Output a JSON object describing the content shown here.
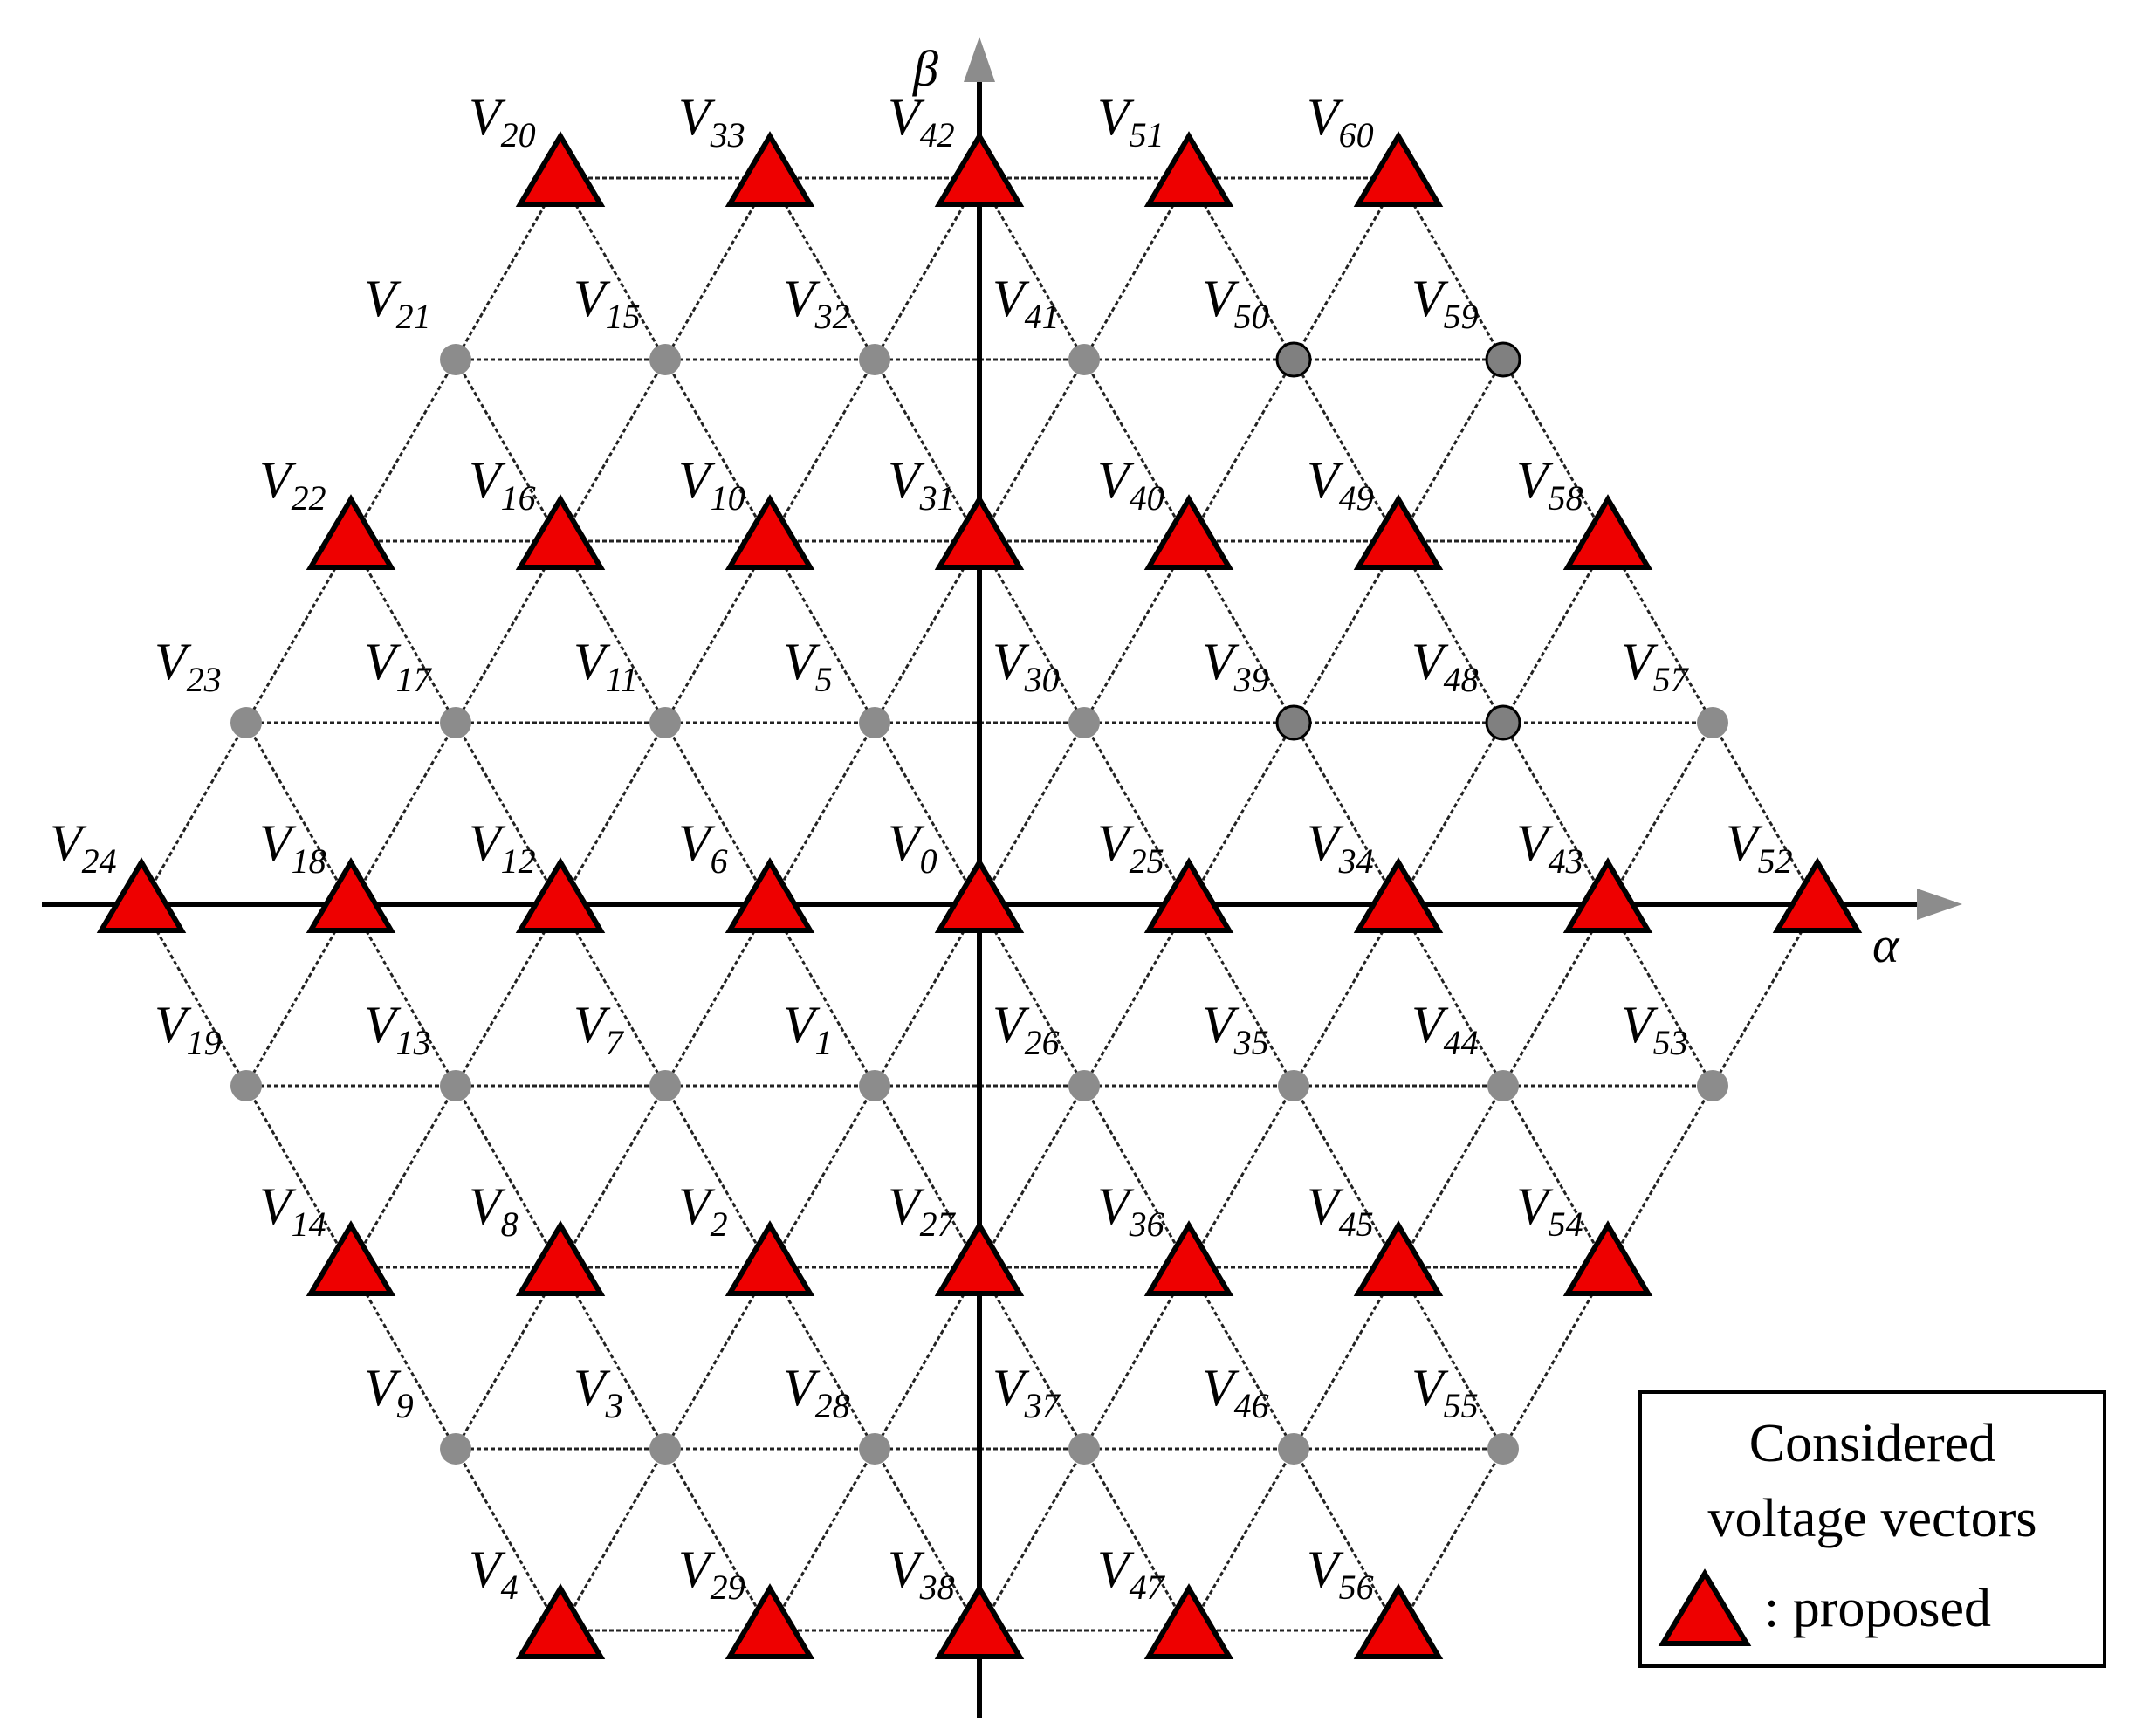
{
  "axes": {
    "alpha_label": "α",
    "beta_label": "β"
  },
  "legend": {
    "title_line1": "Considered",
    "title_line2": "voltage vectors",
    "item_label": ": proposed"
  },
  "colors": {
    "proposed_fill": "#ee0000",
    "unused_fill": "#8c8c8c",
    "highlight_fill": "#808080",
    "grid_line": "#222222",
    "axis_color": "#000000",
    "arrow_color": "#8c8c8c"
  },
  "vectors": [
    {
      "n": "0",
      "row": 0,
      "col": 0,
      "proposed": true
    },
    {
      "n": "1",
      "row": -1,
      "col": -1,
      "proposed": false
    },
    {
      "n": "2",
      "row": -2,
      "col": -2,
      "proposed": true
    },
    {
      "n": "3",
      "row": -3,
      "col": -3,
      "proposed": false
    },
    {
      "n": "4",
      "row": -4,
      "col": -4,
      "proposed": true
    },
    {
      "n": "5",
      "row": 1,
      "col": -1,
      "proposed": false
    },
    {
      "n": "6",
      "row": 0,
      "col": -2,
      "proposed": true
    },
    {
      "n": "7",
      "row": -1,
      "col": -3,
      "proposed": false
    },
    {
      "n": "8",
      "row": -2,
      "col": -4,
      "proposed": true
    },
    {
      "n": "9",
      "row": -3,
      "col": -5,
      "proposed": false
    },
    {
      "n": "10",
      "row": 2,
      "col": -2,
      "proposed": true
    },
    {
      "n": "11",
      "row": 1,
      "col": -3,
      "proposed": false
    },
    {
      "n": "12",
      "row": 0,
      "col": -4,
      "proposed": true
    },
    {
      "n": "13",
      "row": -1,
      "col": -5,
      "proposed": false
    },
    {
      "n": "14",
      "row": -2,
      "col": -6,
      "proposed": true
    },
    {
      "n": "15",
      "row": 3,
      "col": -3,
      "proposed": false
    },
    {
      "n": "16",
      "row": 2,
      "col": -4,
      "proposed": true
    },
    {
      "n": "17",
      "row": 1,
      "col": -5,
      "proposed": false
    },
    {
      "n": "18",
      "row": 0,
      "col": -6,
      "proposed": true
    },
    {
      "n": "19",
      "row": -1,
      "col": -7,
      "proposed": false
    },
    {
      "n": "20",
      "row": 4,
      "col": -4,
      "proposed": true
    },
    {
      "n": "21",
      "row": 3,
      "col": -5,
      "proposed": false
    },
    {
      "n": "22",
      "row": 2,
      "col": -6,
      "proposed": true
    },
    {
      "n": "23",
      "row": 1,
      "col": -7,
      "proposed": false
    },
    {
      "n": "24",
      "row": 0,
      "col": -8,
      "proposed": true
    },
    {
      "n": "25",
      "row": 0,
      "col": 2,
      "proposed": true
    },
    {
      "n": "26",
      "row": -1,
      "col": 1,
      "proposed": false
    },
    {
      "n": "27",
      "row": -2,
      "col": 0,
      "proposed": true
    },
    {
      "n": "28",
      "row": -3,
      "col": -1,
      "proposed": false
    },
    {
      "n": "29",
      "row": -4,
      "col": -2,
      "proposed": true
    },
    {
      "n": "30",
      "row": 1,
      "col": 1,
      "proposed": false
    },
    {
      "n": "31",
      "row": 2,
      "col": 0,
      "proposed": true
    },
    {
      "n": "32",
      "row": 3,
      "col": -1,
      "proposed": false
    },
    {
      "n": "33",
      "row": 4,
      "col": -2,
      "proposed": true
    },
    {
      "n": "34",
      "row": 0,
      "col": 4,
      "proposed": true
    },
    {
      "n": "35",
      "row": -1,
      "col": 3,
      "proposed": false
    },
    {
      "n": "36",
      "row": -2,
      "col": 2,
      "proposed": true
    },
    {
      "n": "37",
      "row": -3,
      "col": 1,
      "proposed": false
    },
    {
      "n": "38",
      "row": -4,
      "col": 0,
      "proposed": true
    },
    {
      "n": "39",
      "row": 1,
      "col": 3,
      "proposed": false,
      "highlight": true
    },
    {
      "n": "40",
      "row": 2,
      "col": 2,
      "proposed": true
    },
    {
      "n": "41",
      "row": 3,
      "col": 1,
      "proposed": false
    },
    {
      "n": "42",
      "row": 4,
      "col": 0,
      "proposed": true
    },
    {
      "n": "43",
      "row": 0,
      "col": 6,
      "proposed": true
    },
    {
      "n": "44",
      "row": -1,
      "col": 5,
      "proposed": false
    },
    {
      "n": "45",
      "row": -2,
      "col": 4,
      "proposed": true
    },
    {
      "n": "46",
      "row": -3,
      "col": 3,
      "proposed": false
    },
    {
      "n": "47",
      "row": -4,
      "col": 2,
      "proposed": true
    },
    {
      "n": "48",
      "row": 1,
      "col": 5,
      "proposed": false,
      "highlight": true
    },
    {
      "n": "49",
      "row": 2,
      "col": 4,
      "proposed": true
    },
    {
      "n": "50",
      "row": 3,
      "col": 3,
      "proposed": false,
      "highlight": true
    },
    {
      "n": "51",
      "row": 4,
      "col": 2,
      "proposed": true
    },
    {
      "n": "52",
      "row": 0,
      "col": 8,
      "proposed": true
    },
    {
      "n": "53",
      "row": -1,
      "col": 7,
      "proposed": false
    },
    {
      "n": "54",
      "row": -2,
      "col": 6,
      "proposed": true
    },
    {
      "n": "55",
      "row": -3,
      "col": 5,
      "proposed": false
    },
    {
      "n": "56",
      "row": -4,
      "col": 4,
      "proposed": true
    },
    {
      "n": "57",
      "row": 1,
      "col": 7,
      "proposed": false
    },
    {
      "n": "58",
      "row": 2,
      "col": 6,
      "proposed": true
    },
    {
      "n": "59",
      "row": 3,
      "col": 5,
      "proposed": false,
      "highlight": true
    },
    {
      "n": "60",
      "row": 4,
      "col": 4,
      "proposed": true
    }
  ]
}
